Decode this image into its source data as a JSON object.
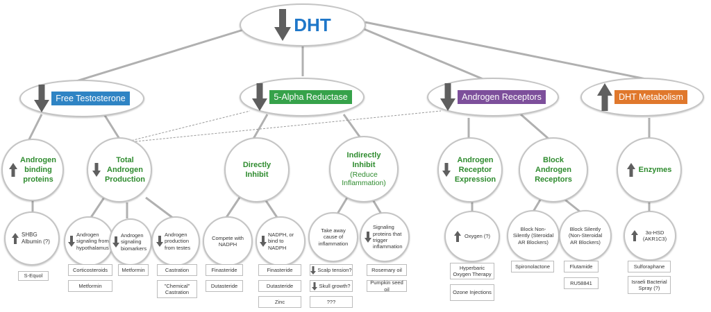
{
  "top": {
    "label": "DHT",
    "direction": "down",
    "color": "#1f77c9"
  },
  "level1": [
    {
      "label": "Free Testosterone",
      "direction": "down",
      "bg": "#2f84c4"
    },
    {
      "label": "5-Alpha Reductase",
      "direction": "down",
      "bg": "#36a24a"
    },
    {
      "label": "Androgen Receptors",
      "direction": "down",
      "bg": "#7d4f9b"
    },
    {
      "label": "DHT Metabolism",
      "direction": "up",
      "bg": "#e0782c"
    }
  ],
  "level2": {
    "androgen_binding": "Androgen binding proteins",
    "total_production": "Total Androgen Production",
    "directly_inhibit": "Directly Inhibit",
    "indirectly_inhibit": "Indirectly Inhibit",
    "reduce_inflammation": "(Reduce Inflammation)",
    "ar_expression": "Androgen Receptor Expression",
    "block_receptors": "Block Androgen Receptors",
    "enzymes": "Enzymes"
  },
  "level3": {
    "shbg": "SHBG",
    "albumin": "Albumin (?)",
    "hypothalamus": "Androgen signaling from hypothalamus",
    "biomarkers": "Androgen signaling biomarkers",
    "testes": "Androgen production from testes",
    "compete": "Compete with NADPH",
    "nadph": "NADPH, or bind to NADPH",
    "take_away": "Take away cause of inflammation",
    "signaling": "Signaling proteins that trigger inflammation",
    "oxygen": "Oxygen (?)",
    "non_silently": "Block Non-Silently (Steroidal AR Blockers)",
    "silently": "Block Silently (Non-Steroidal AR Blockers)",
    "hsd": "3α-HSD (AKR1C3)"
  },
  "boxes": {
    "s_equol": "S-Equol",
    "corticosteroids": "Corticosteroids",
    "metformin_a": "Metformin",
    "metformin_b": "Metformin",
    "castration": "Castration",
    "chem_castration": "\"Chemical\" Castration",
    "finasteride_a": "Finasteride",
    "dutasteride_a": "Dutasteride",
    "finasteride_b": "Finasteride",
    "dutasteride_b": "Dutasteride",
    "zinc": "Zinc",
    "scalp": "Scalp tension?",
    "skull": "Skull growth?",
    "unknown": "???",
    "rosemary": "Rosemary oil",
    "pumpkin": "Pumpkin seed oil",
    "hyperbaric": "Hyperbaric Oxygen Therapy",
    "ozone": "Ozone Injections",
    "spironolactone": "Spironolactone",
    "flutamide": "Flutamide",
    "rus8841": "RU58841",
    "sulforaphane": "Sulforaphane",
    "israeli": "Israeli Bacterial Spray (?)"
  },
  "colors": {
    "line": "#b0b0b0",
    "arrow": "#5f5f5f",
    "green_text": "#2e8b2e",
    "ellipse_border": "#c4c4c4"
  }
}
